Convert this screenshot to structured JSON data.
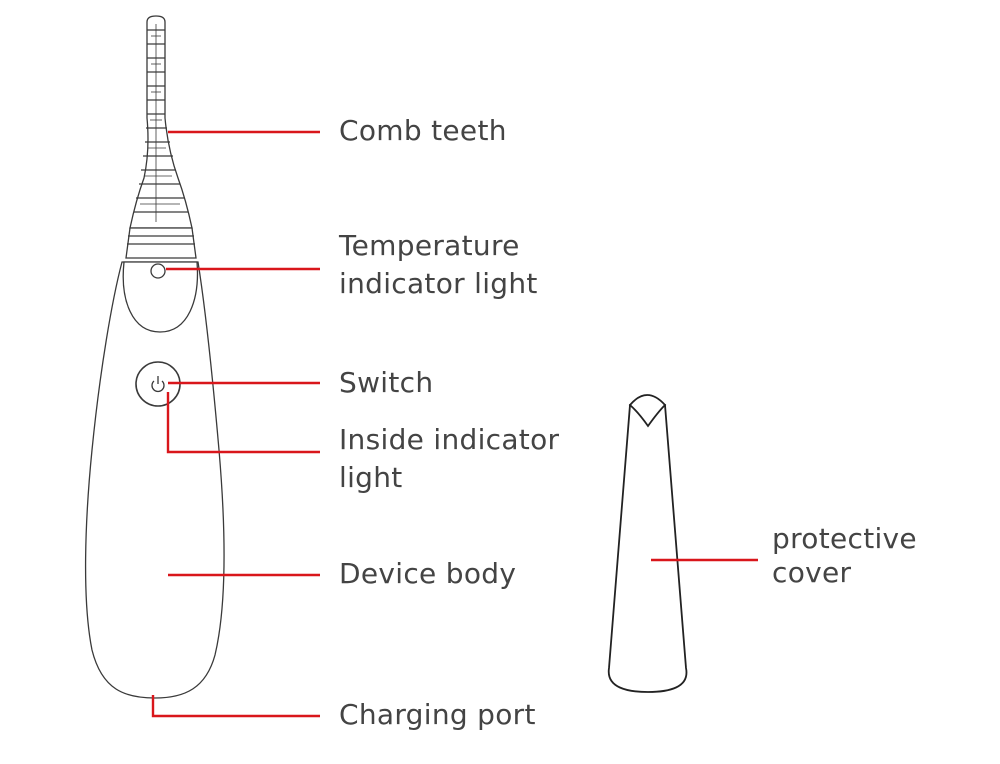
{
  "colors": {
    "leader": "#d9161b",
    "outline": "#3a3a3a",
    "text": "#444444"
  },
  "icons": {
    "switch": "power-icon"
  },
  "labels": {
    "comb_teeth": {
      "lines": [
        "Comb teeth"
      ]
    },
    "temperature_indicator": {
      "lines": [
        "Temperature",
        "indicator light"
      ]
    },
    "switch": {
      "lines": [
        "Switch"
      ]
    },
    "inside_indicator": {
      "lines": [
        "Inside indicator",
        "light"
      ]
    },
    "device_body": {
      "lines": [
        "Device body"
      ]
    },
    "charging_port": {
      "lines": [
        "Charging port"
      ]
    },
    "protective_cover": {
      "lines": [
        "protective",
        "cover"
      ]
    }
  }
}
